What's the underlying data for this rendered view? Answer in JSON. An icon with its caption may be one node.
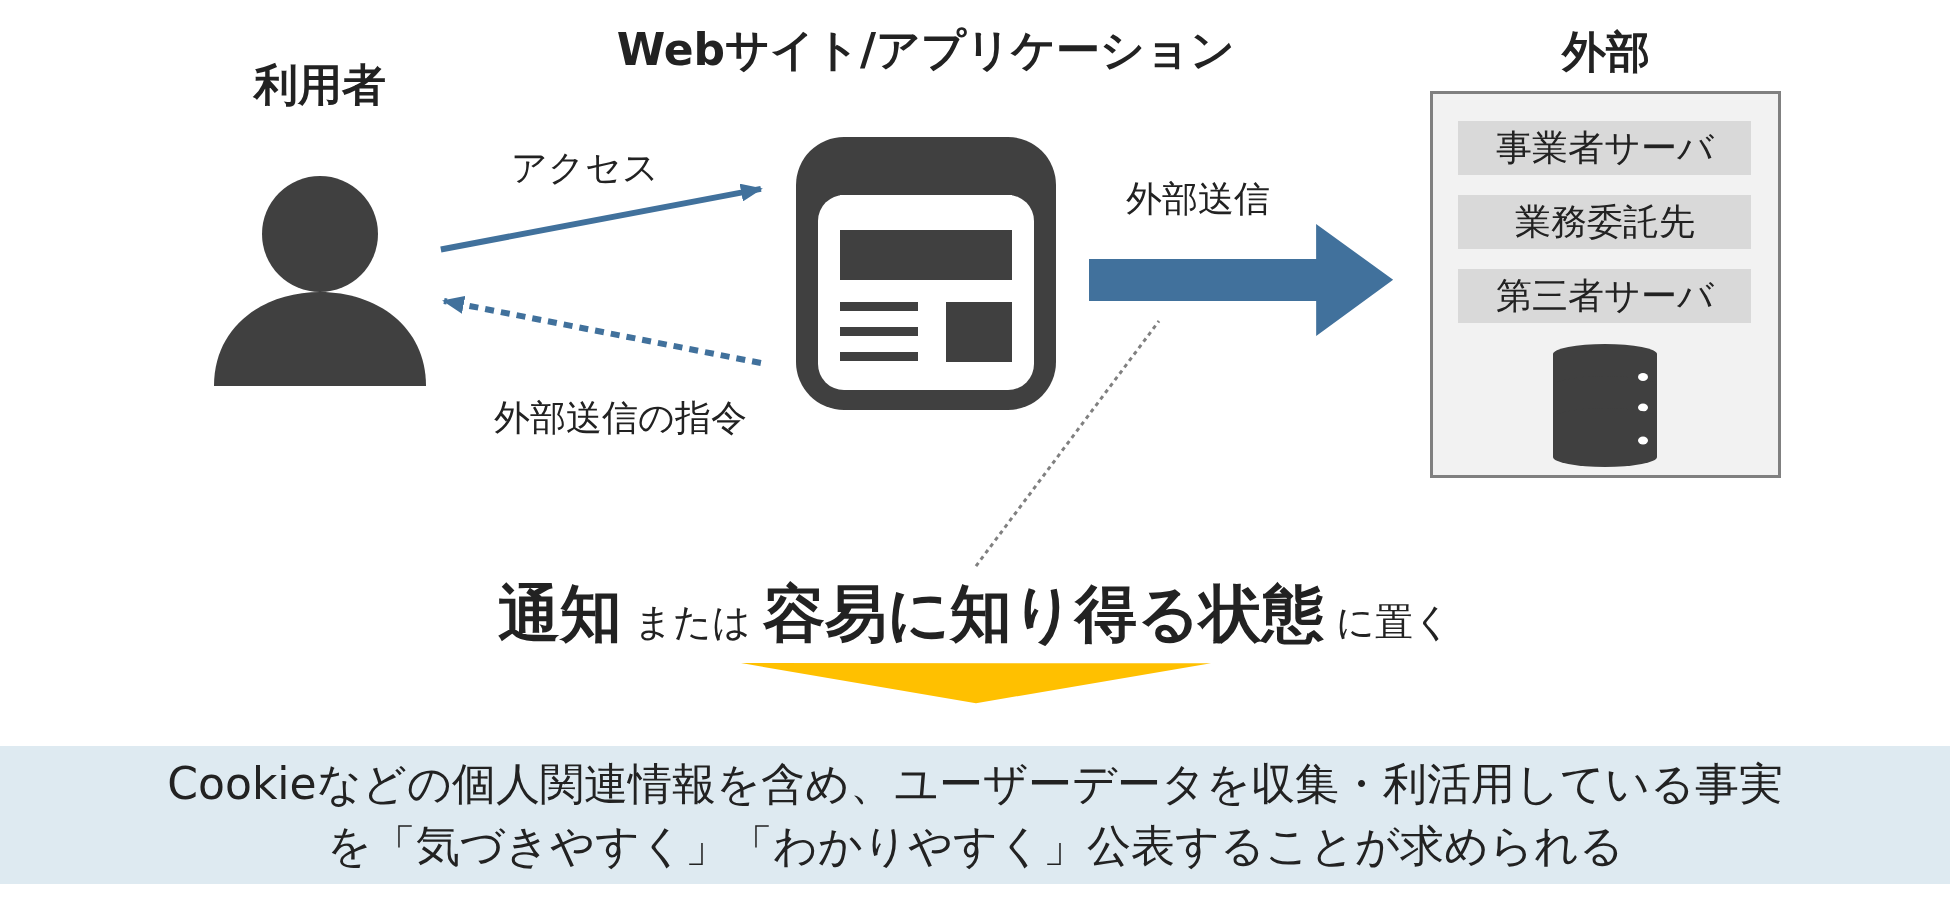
{
  "diagram": {
    "nodes": [
      {
        "text": [
          "利用者"
        ]
      },
      {
        "text": [
          "Webサイト/アプリケーション"
        ]
      },
      {
        "text": [
          "外部"
        ]
      },
      {
        "text": [
          "事業者サーバ"
        ],
        "in": 2
      },
      {
        "text": [
          "業務委託先"
        ],
        "in": 2
      },
      {
        "text": [
          "第三者サーバ"
        ],
        "in": 2
      },
      {
        "text": [
          "**通知** または **容易に知り得る状態** に置く"
        ]
      },
      {
        "text": [
          "Cookieなどの個人関連情報を含め、ユーザーデータを収集・利活用している事実を「気づきやすく」「わかりやすく」公表することが求められる"
        ]
      }
    ],
    "edges": [
      {
        "from": 0,
        "to": 1,
        "arrow": "to",
        "label": "アクセス"
      },
      {
        "from": 1,
        "to": 0,
        "arrow": "to",
        "label": "外部送信の指令",
        "style": "dashed"
      },
      {
        "from": 1,
        "to": 2,
        "arrow": "to",
        "label": "外部送信",
        "style": "thick"
      },
      {
        "from": 6,
        "to": null,
        "arrow": "none",
        "style": "dashed",
        "color": "#808080"
      },
      {
        "from": 6,
        "to": 7,
        "arrow": "to",
        "style": "thick",
        "color": "#ffc000"
      }
    ]
  }
}
